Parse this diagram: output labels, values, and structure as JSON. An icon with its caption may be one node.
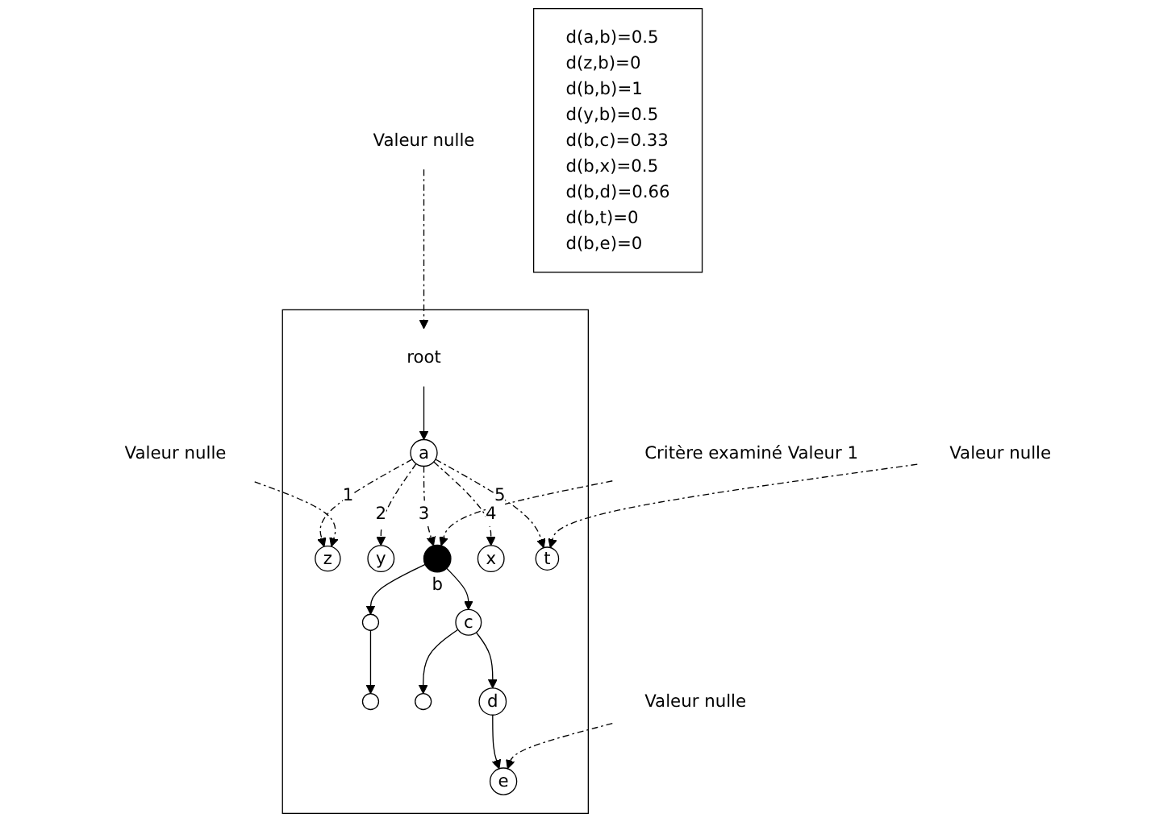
{
  "diagram": {
    "nodes": [
      {
        "text": [],
        "shape": "box"
      },
      {
        "text": [
          "root"
        ],
        "in": 0
      },
      {
        "text": [
          "a"
        ],
        "in": 0
      },
      {
        "text": [
          "z"
        ],
        "in": 0
      },
      {
        "text": [
          "y"
        ],
        "in": 0
      },
      {
        "text": [],
        "shape": "circle",
        "beside": [
          "b"
        ],
        "in": 0
      },
      {
        "text": [
          "x"
        ],
        "in": 0
      },
      {
        "text": [
          "t"
        ],
        "in": 0
      },
      {
        "text": [],
        "shape": "circle",
        "in": 0
      },
      {
        "text": [
          "c"
        ],
        "in": 0
      },
      {
        "text": [],
        "shape": "circle",
        "in": 0
      },
      {
        "text": [],
        "shape": "circle",
        "in": 0
      },
      {
        "text": [
          "d"
        ],
        "in": 0
      },
      {
        "text": [
          "e"
        ],
        "in": 0
      },
      {
        "text": [
          "Valeur nulle"
        ]
      },
      {
        "text": [
          "Valeur nulle"
        ]
      },
      {
        "text": [
          "Valeur nulle"
        ]
      },
      {
        "text": [
          "Critère examiné Valeur 1"
        ]
      },
      {
        "text": [
          "Valeur nulle"
        ]
      },
      {
        "text": [
          "d(a,b)=0.5",
          "d(z,b)=0",
          "d(b,b)=1",
          "d(y,b)=0.5",
          "d(b,c)=0.33",
          "d(b,x)=0.5",
          "d(b,d)=0.66",
          "d(b,t)=0",
          "d(b,e)=0"
        ]
      }
    ],
    "edges": [
      {
        "from": 1,
        "to": 2,
        "arrow": "to"
      },
      {
        "from": 2,
        "to": 3,
        "arrow": "to",
        "label": "1",
        "style": "dashed"
      },
      {
        "from": 2,
        "to": 4,
        "arrow": "to",
        "label": "2",
        "style": "dashed"
      },
      {
        "from": 2,
        "to": 5,
        "arrow": "to",
        "label": "3",
        "style": "dashed"
      },
      {
        "from": 2,
        "to": 6,
        "arrow": "to",
        "label": "4",
        "style": "dashed"
      },
      {
        "from": 2,
        "to": 7,
        "arrow": "to",
        "label": "5",
        "style": "dashed"
      },
      {
        "from": 5,
        "to": 8,
        "arrow": "to"
      },
      {
        "from": 5,
        "to": 9,
        "arrow": "to"
      },
      {
        "from": 8,
        "to": 10,
        "arrow": "to"
      },
      {
        "from": 9,
        "to": 11,
        "arrow": "to"
      },
      {
        "from": 9,
        "to": 12,
        "arrow": "to"
      },
      {
        "from": 12,
        "to": 13,
        "arrow": "to"
      },
      {
        "from": 14,
        "to": 1,
        "arrow": "to",
        "style": "dashed"
      },
      {
        "from": 15,
        "to": 3,
        "arrow": "to",
        "style": "dashed"
      },
      {
        "from": 16,
        "to": 7,
        "arrow": "to",
        "style": "dashed"
      },
      {
        "from": 17,
        "to": 5,
        "arrow": "to",
        "style": "dashed"
      },
      {
        "from": 18,
        "to": 13,
        "arrow": "to",
        "style": "dashed"
      }
    ]
  }
}
